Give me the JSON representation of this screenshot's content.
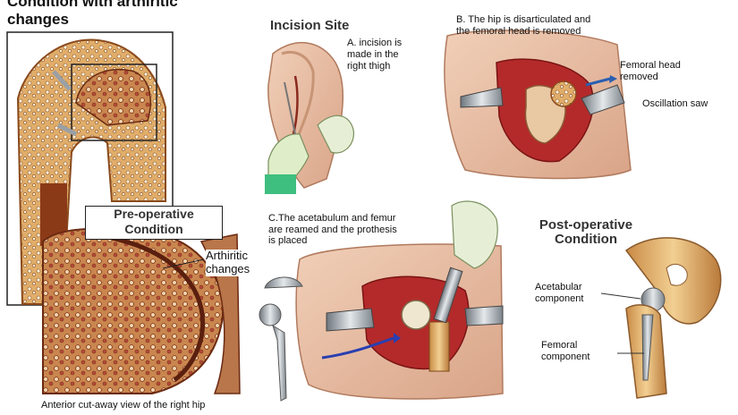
{
  "left_panel": {
    "title": "Condition with arthiritic changes",
    "preop_label_line1": "Pre-operative",
    "preop_label_line2": "Condition",
    "arthritic_label_line1": "Arthiritic",
    "arthritic_label_line2": "changes",
    "caption": "Anterior cut-away view of the right hip"
  },
  "incision_panel": {
    "title": "Incision Site",
    "note_line1": "A. incision is",
    "note_line2": "made in the",
    "note_line3": "right thigh"
  },
  "disarticulation_panel": {
    "caption_line1": "B. The hip is disarticulated and",
    "caption_line2": "the femoral  head is removed",
    "femoral_head_line1": "Femoral head",
    "femoral_head_line2": "removed",
    "saw_label": "Oscillation saw"
  },
  "reaming_panel": {
    "caption_line1": "C.The acetabulum and femur",
    "caption_line2": "are reamed and the prothesis",
    "caption_line3": "is placed"
  },
  "postop_panel": {
    "title_line1": "Post-operative",
    "title_line2": "Condition",
    "acetabular_line1": "Acetabular",
    "acetabular_line2": "component",
    "femoral_line1": "Femoral",
    "femoral_line2": "component"
  },
  "colors": {
    "bone": "#d9a05a",
    "bone_dark": "#9c5a26",
    "skin": "#e8bfa5",
    "tissue": "#b42a2a",
    "glove": "#d8e8c0",
    "metal": "#9aa3ab"
  }
}
